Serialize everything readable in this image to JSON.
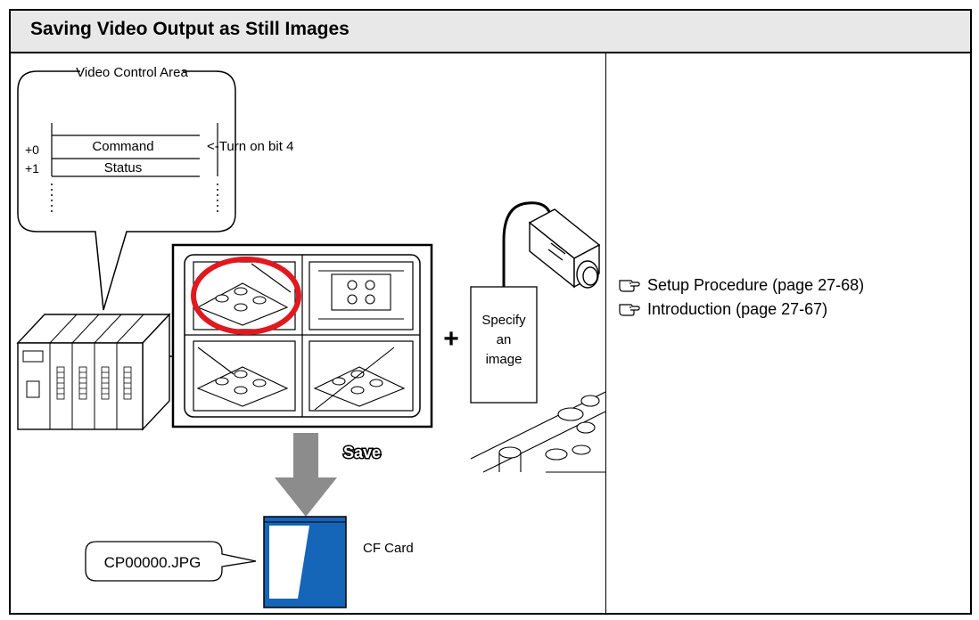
{
  "title": "Saving Video Output as Still Images",
  "diagram": {
    "bubble_title": "Video Control Area",
    "row0_offset": "+0",
    "row0_label": "Command",
    "row0_note": "<-Turn on bit 4",
    "row1_offset": "+1",
    "row1_label": "Status",
    "plus_sign": "+",
    "specify_line1": "Specify",
    "specify_line2": "an",
    "specify_line3": "image",
    "save_label": "Save",
    "file_name": "CP00000.JPG",
    "card_label": "CF Card"
  },
  "references": [
    {
      "icon": "pointing-hand-icon",
      "text": "Setup Procedure (page 27-68)"
    },
    {
      "icon": "pointing-hand-icon",
      "text": "Introduction (page 27-67)"
    }
  ],
  "colors": {
    "header_bg": "#e8e8e8",
    "highlight_ring": "#e0191f",
    "card_blue": "#1565b8",
    "save_arrow": "#8c8c8c"
  }
}
